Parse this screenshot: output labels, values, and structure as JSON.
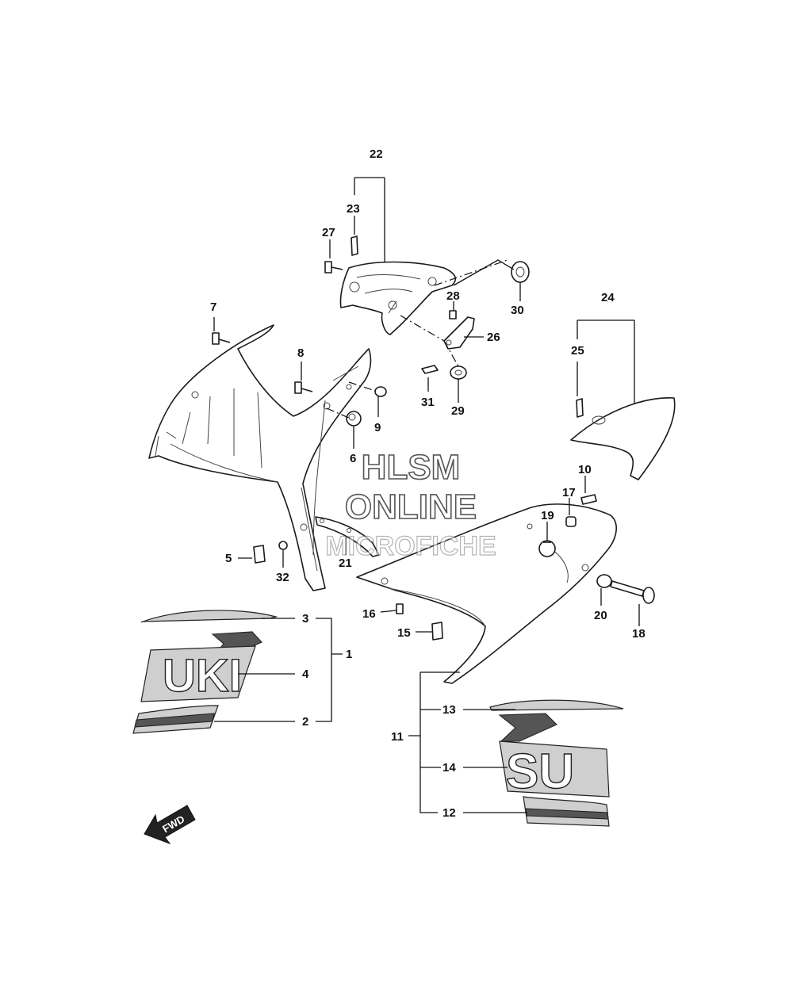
{
  "watermark": {
    "line1": "HLSM",
    "line2": "ONLINE",
    "line3": "MICROFICHE"
  },
  "direction_badge": "FWD",
  "callouts": {
    "c1": "1",
    "c2": "2",
    "c3": "3",
    "c4": "4",
    "c5": "5",
    "c6": "6",
    "c7": "7",
    "c8": "8",
    "c9": "9",
    "c10": "10",
    "c11": "11",
    "c12": "12",
    "c13": "13",
    "c14": "14",
    "c15": "15",
    "c16": "16",
    "c17": "17",
    "c18": "18",
    "c19": "19",
    "c20": "20",
    "c21": "21",
    "c22": "22",
    "c23": "23",
    "c24": "24",
    "c25": "25",
    "c26": "26",
    "c27": "27",
    "c28": "28",
    "c29": "29",
    "c30": "30",
    "c31": "31",
    "c32": "32"
  },
  "decal_text": {
    "upper_left": "UKI",
    "lower_right": "SU"
  },
  "colors": {
    "line": "#1a1a1a",
    "decal_fill": "#cfcfcf",
    "decal_dark": "#555555"
  }
}
